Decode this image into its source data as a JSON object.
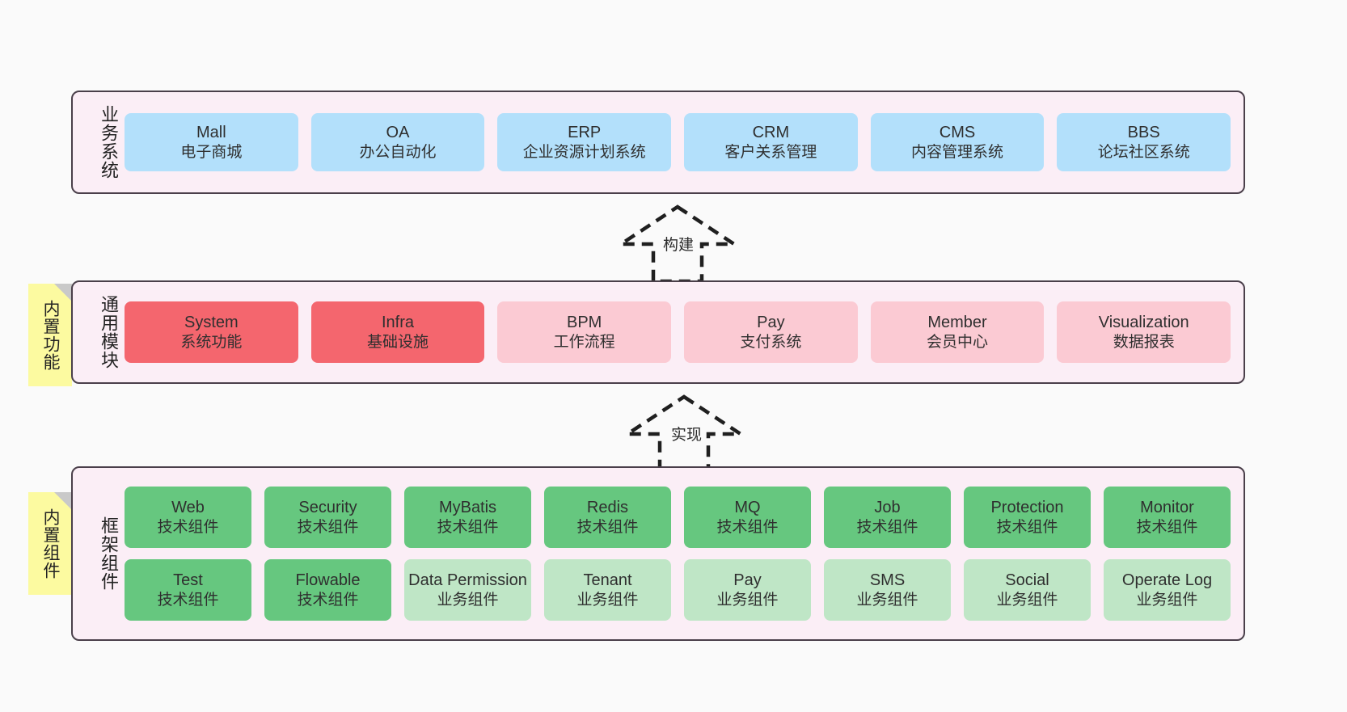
{
  "diagram": {
    "background": "#fafafa",
    "layer_fill": "#fbeef6",
    "layer_border": "#4a3f4a",
    "sticky_fill": "#fcfaa0"
  },
  "layers": [
    {
      "id": "business",
      "title": "业务系统",
      "color": "#b3e0fb",
      "rows": [
        [
          {
            "title": "Mall",
            "sub": "电子商城",
            "style": "c-blue"
          },
          {
            "title": "OA",
            "sub": "办公自动化",
            "style": "c-blue"
          },
          {
            "title": "ERP",
            "sub": "企业资源计划系统",
            "style": "c-blue"
          },
          {
            "title": "CRM",
            "sub": "客户关系管理",
            "style": "c-blue"
          },
          {
            "title": "CMS",
            "sub": "内容管理系统",
            "style": "c-blue"
          },
          {
            "title": "BBS",
            "sub": "论坛社区系统",
            "style": "c-blue"
          }
        ]
      ]
    },
    {
      "id": "common",
      "title": "通用模块",
      "sticky": "内置功能",
      "rows": [
        [
          {
            "title": "System",
            "sub": "系统功能",
            "style": "c-red"
          },
          {
            "title": "Infra",
            "sub": "基础设施",
            "style": "c-red"
          },
          {
            "title": "BPM",
            "sub": "工作流程",
            "style": "c-pink"
          },
          {
            "title": "Pay",
            "sub": "支付系统",
            "style": "c-pink"
          },
          {
            "title": "Member",
            "sub": "会员中心",
            "style": "c-pink"
          },
          {
            "title": "Visualization",
            "sub": "数据报表",
            "style": "c-pink"
          }
        ]
      ]
    },
    {
      "id": "framework",
      "title": "框架组件",
      "sticky": "内置组件",
      "rows": [
        [
          {
            "title": "Web",
            "sub": "技术组件",
            "style": "c-green"
          },
          {
            "title": "Security",
            "sub": "技术组件",
            "style": "c-green"
          },
          {
            "title": "MyBatis",
            "sub": "技术组件",
            "style": "c-green"
          },
          {
            "title": "Redis",
            "sub": "技术组件",
            "style": "c-green"
          },
          {
            "title": "MQ",
            "sub": "技术组件",
            "style": "c-green"
          },
          {
            "title": "Job",
            "sub": "技术组件",
            "style": "c-green"
          },
          {
            "title": "Protection",
            "sub": "技术组件",
            "style": "c-green"
          },
          {
            "title": "Monitor",
            "sub": "技术组件",
            "style": "c-green"
          }
        ],
        [
          {
            "title": "Test",
            "sub": "技术组件",
            "style": "c-green"
          },
          {
            "title": "Flowable",
            "sub": "技术组件",
            "style": "c-green"
          },
          {
            "title": "Data Permission",
            "sub": "业务组件",
            "style": "c-lgreen"
          },
          {
            "title": "Tenant",
            "sub": "业务组件",
            "style": "c-lgreen"
          },
          {
            "title": "Pay",
            "sub": "业务组件",
            "style": "c-lgreen"
          },
          {
            "title": "SMS",
            "sub": "业务组件",
            "style": "c-lgreen"
          },
          {
            "title": "Social",
            "sub": "业务组件",
            "style": "c-lgreen"
          },
          {
            "title": "Operate Log",
            "sub": "业务组件",
            "style": "c-lgreen"
          }
        ]
      ]
    }
  ],
  "connectors": [
    {
      "id": "build",
      "label": "构建"
    },
    {
      "id": "impl",
      "label": "实现"
    }
  ]
}
